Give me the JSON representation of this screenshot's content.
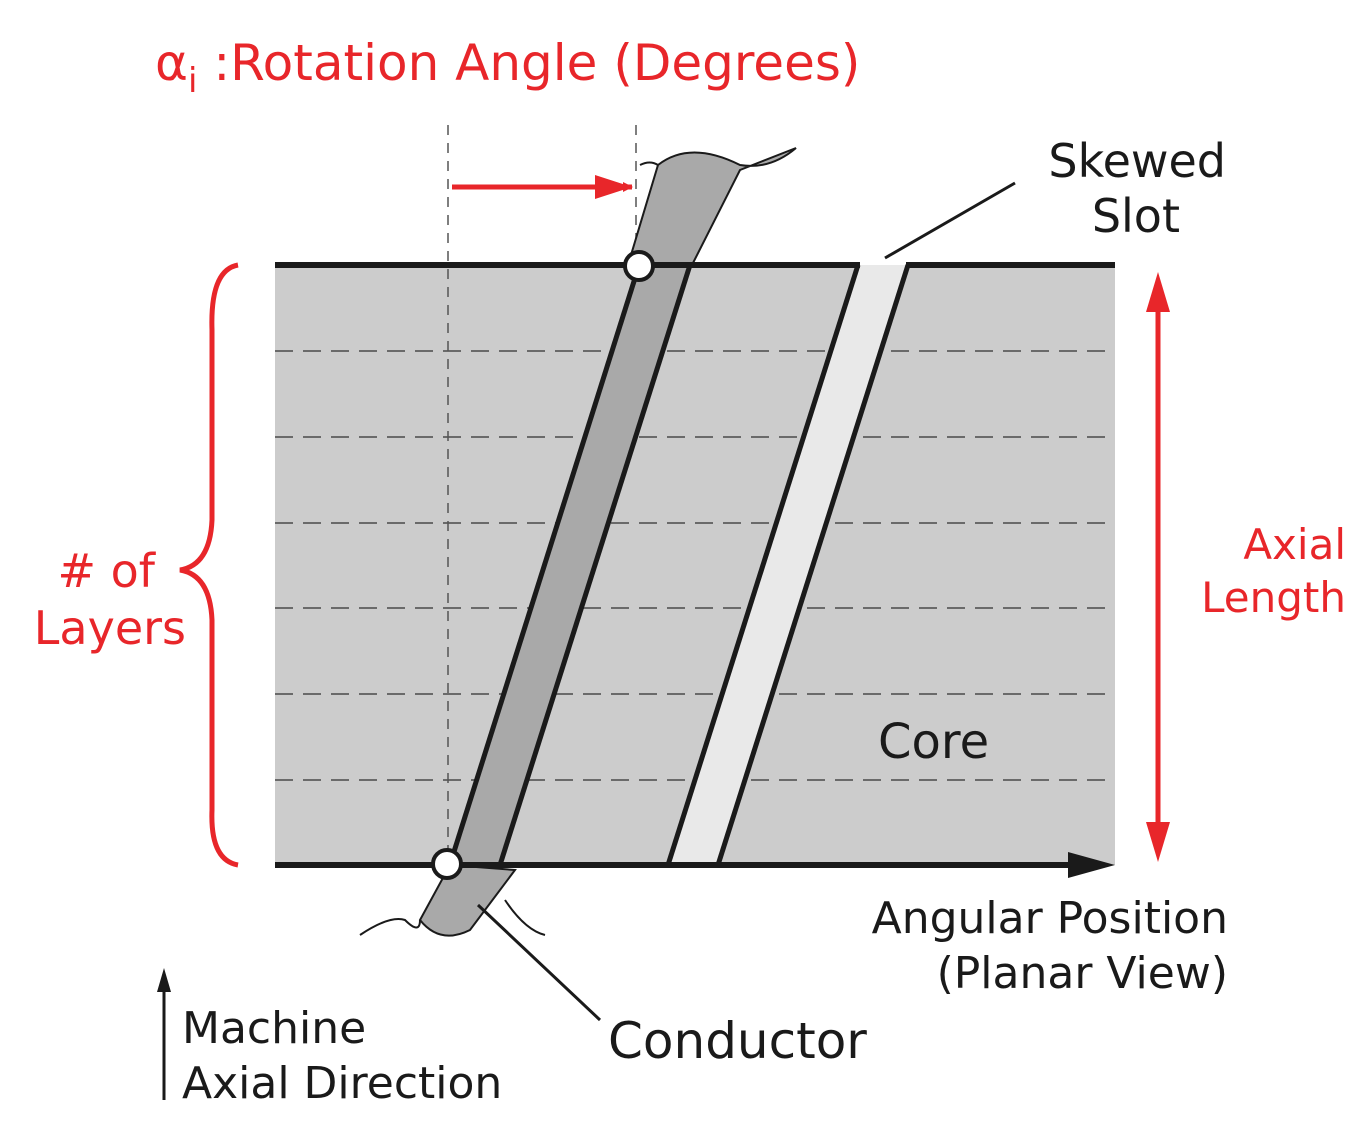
{
  "title": {
    "symbol": "α",
    "subscript": "i",
    "text": " :Rotation Angle (Degrees)"
  },
  "labels": {
    "skewed_slot_line1": "Skewed",
    "skewed_slot_line2": "Slot",
    "layers_line1": "# of",
    "layers_line2": "Layers",
    "axial_line1": "Axial",
    "axial_line2": "Length",
    "core": "Core",
    "angular_line1": "Angular Position",
    "angular_line2": "(Planar View)",
    "conductor": "Conductor",
    "machine_line1": "Machine",
    "machine_line2": "Axial Direction"
  },
  "colors": {
    "accent": "#e8262a",
    "core": "#cccccc",
    "conductor": "#a9a9a9",
    "slot": "#e9e9e9",
    "line": "#1a1a1a"
  },
  "layer_count_shown": 7
}
